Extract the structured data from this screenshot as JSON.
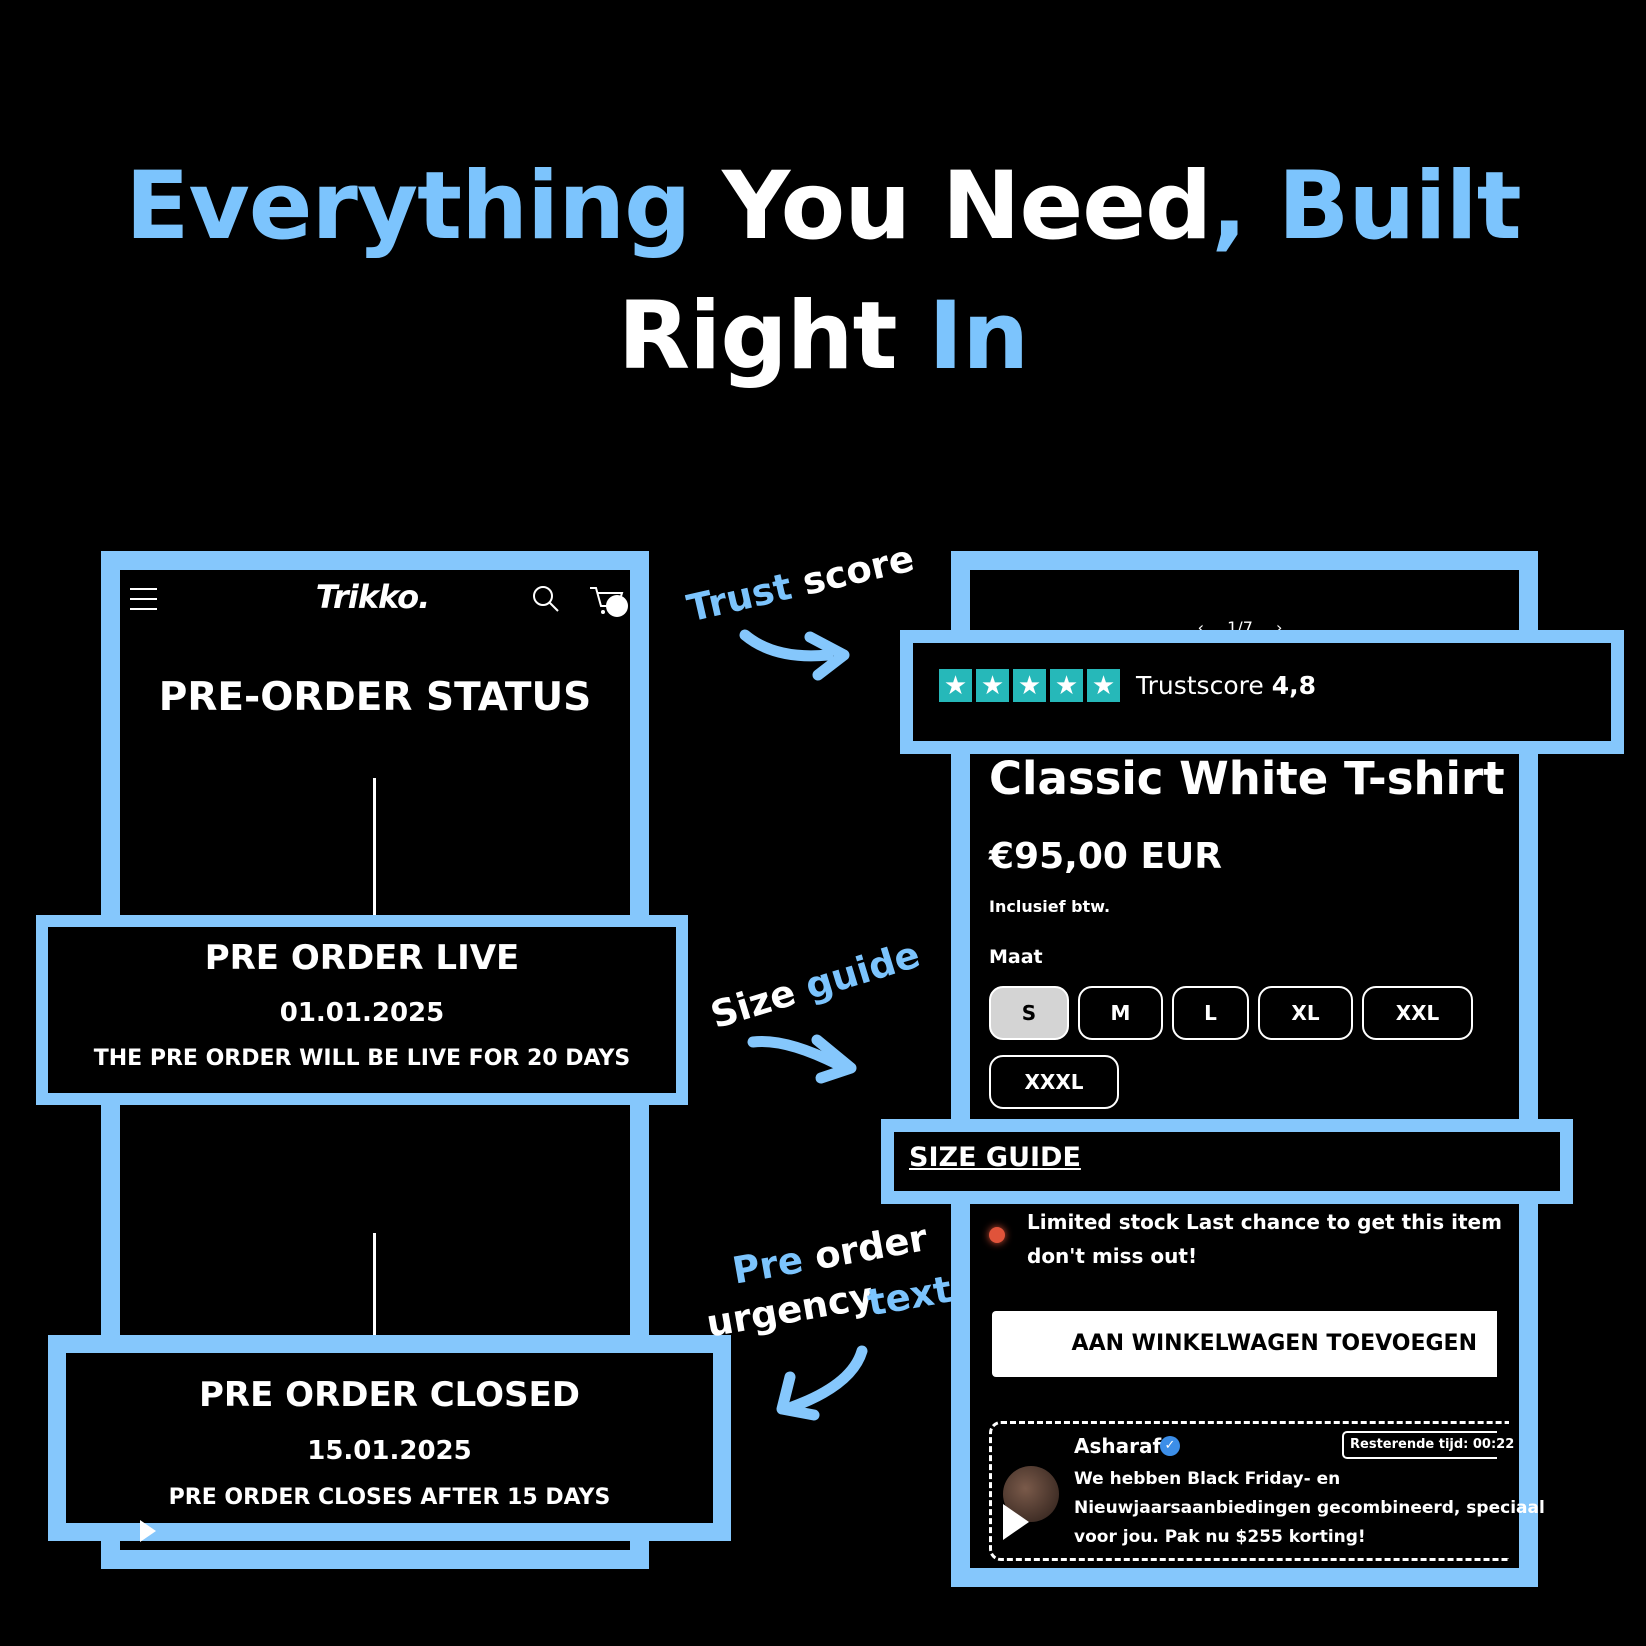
{
  "headline": {
    "line1": [
      {
        "text": "Everything",
        "tone": "blue"
      },
      {
        "text": " You Need",
        "tone": "white"
      },
      {
        "text": ", Built",
        "tone": "blue"
      }
    ],
    "line2": [
      {
        "text": "Right ",
        "tone": "white"
      },
      {
        "text": "In",
        "tone": "blue"
      }
    ]
  },
  "annotations": {
    "trust": {
      "word1": "Trust",
      "word2": " score"
    },
    "size": {
      "word1": "Size ",
      "word2": "guide"
    },
    "preorder": {
      "word1": "Pre",
      "word2": " order",
      "word3": "urgency",
      "word4": "text"
    }
  },
  "left_phone": {
    "brand": "Trikko.",
    "status_title": "PRE-ORDER STATUS",
    "live": {
      "title": "PRE ORDER LIVE",
      "date": "01.01.2025",
      "note": "THE PRE ORDER WILL BE LIVE FOR 20 DAYS"
    },
    "closed": {
      "title": "PRE ORDER CLOSED",
      "date": "15.01.2025",
      "note": "PRE ORDER CLOSES AFTER 15 DAYS"
    }
  },
  "right_phone": {
    "gallery_counter": "1/7",
    "trustscore_label": "Trustscore",
    "trustscore_value": "4,8",
    "product_title": "Classic White T-shirt",
    "price": "€95,00 EUR",
    "tax_note": "Inclusief btw.",
    "size_label": "Maat",
    "sizes": [
      "S",
      "M",
      "L",
      "XL",
      "XXL",
      "XXXL"
    ],
    "selected_size": "S",
    "size_guide": "SIZE GUIDE",
    "stock_line1": "Limited stock Last chance to get this item",
    "stock_line2": "don't miss out!",
    "add_to_cart": "AAN WINKELWAGEN TOEVOEGEN",
    "review": {
      "name": "Asharaf",
      "timer": "Resterende tijd: 00:22",
      "line1": "We hebben Black Friday- en",
      "line2": "Nieuwjaarsaanbiedingen gecombineerd, speciaal",
      "line3": "voor jou. Pak nu $255 korting!"
    }
  },
  "colors": {
    "accent": "#85c7fc",
    "background": "#000000",
    "stock_dot": "#e0533a",
    "star": "#26b8b9"
  }
}
